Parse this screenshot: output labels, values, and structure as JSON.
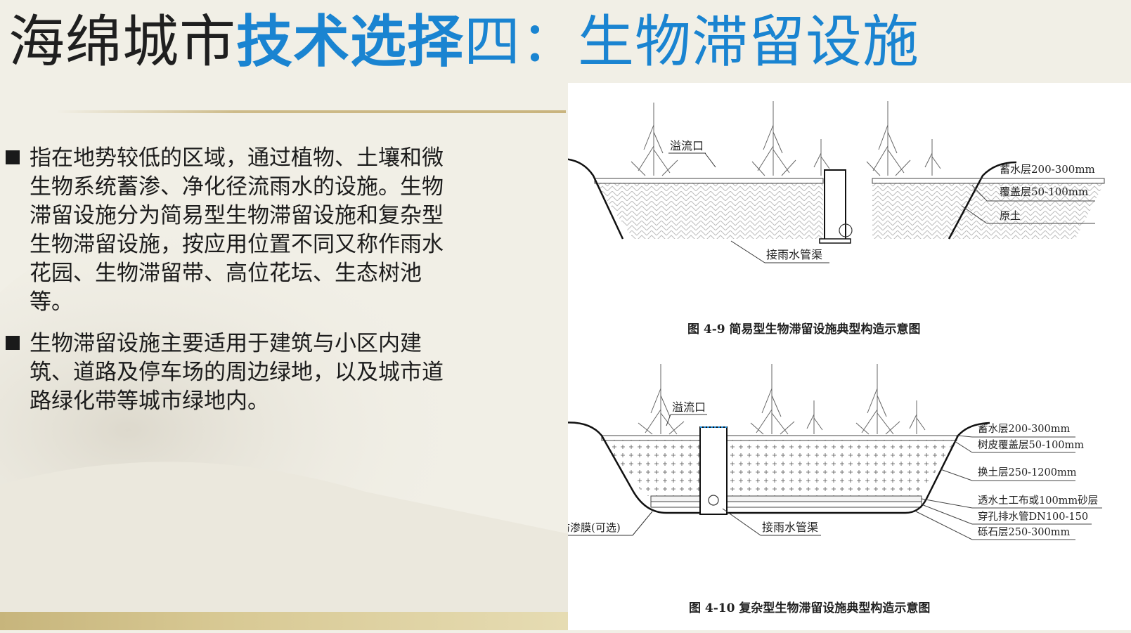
{
  "title": {
    "part1": "海绵城市",
    "part2": "技术选择",
    "part3": "四：生物滞留设施"
  },
  "bullets": [
    "指在地势较低的区域，通过植物、土壤和微生物系统蓄渗、净化径流雨水的设施。生物滞留设施分为简易型生物滞留设施和复杂型生物滞留设施，按应用位置不同又称作雨水花园、生物滞留带、高位花坛、生态树池等。",
    "生物滞留设施主要适用于建筑与小区内建筑、道路及停车场的周边绿地，以及城市道路绿化带等城市绿地内。"
  ],
  "figure1": {
    "overflow_label": "溢流口",
    "layer_labels": [
      "蓄水层200-300mm",
      "覆盖层50-100mm",
      "原土"
    ],
    "pipe_label": "接雨水管渠",
    "caption": "图 4-9  简易型生物滞留设施典型构造示意图"
  },
  "figure2": {
    "overflow_label": "溢流口",
    "layer_labels": [
      "蓄水层200-300mm",
      "树皮覆盖层50-100mm",
      "换土层250-1200mm",
      "透水土工布或100mm砂层",
      "穿孔排水管DN100-150",
      "砾石层250-300mm"
    ],
    "membrane_label": "防渗膜(可选)",
    "pipe_label": "接雨水管渠",
    "caption": "图 4-10  复杂型生物滞留设施典型构造示意图"
  },
  "colors": {
    "title_blue": "#1a84d1",
    "title_dark": "#1f1f1f",
    "text": "#1c1c1c"
  }
}
